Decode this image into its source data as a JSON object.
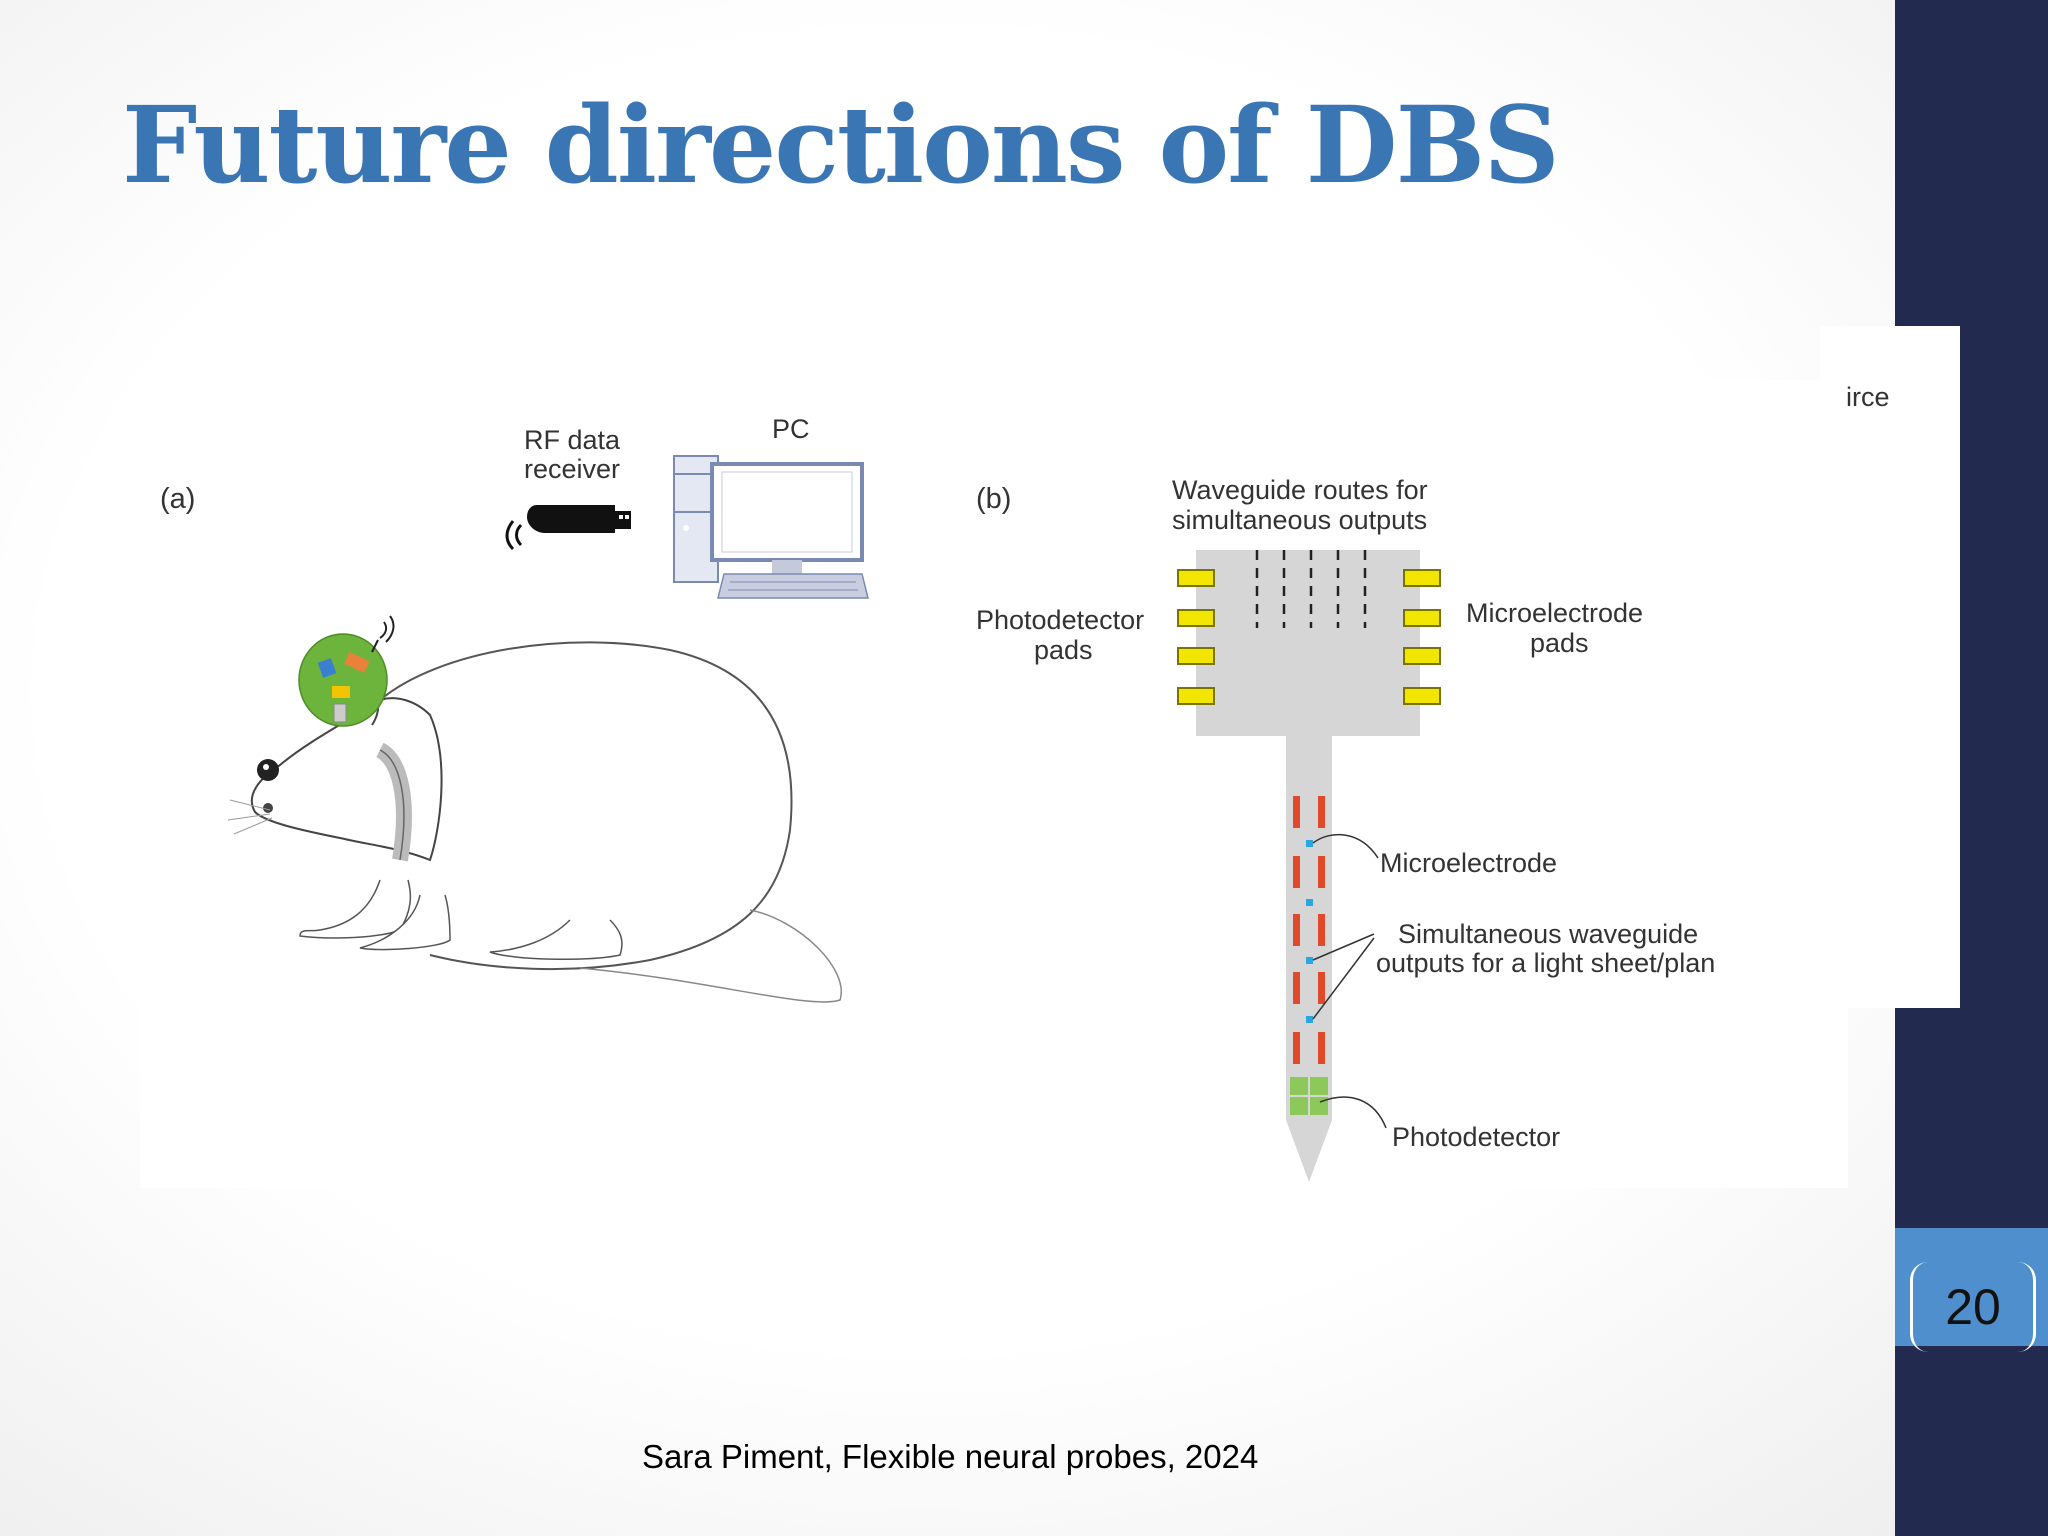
{
  "slide": {
    "title": "Future directions of DBS",
    "page_number": "20",
    "credit": "Sara Piment, Flexible neural probes, 2024"
  },
  "figure_a": {
    "panel_label": "(a)",
    "rf_receiver_label_line1": "RF data",
    "rf_receiver_label_line2": "receiver",
    "pc_label": "PC"
  },
  "figure_b": {
    "panel_label": "(b)",
    "waveguide_routes_line1": "Waveguide routes for",
    "waveguide_routes_line2": "simultaneous outputs",
    "photodetector_pads_line1": "Photodetector",
    "photodetector_pads_line2": "pads",
    "microelectrode_pads_line1": "Microelectrode",
    "microelectrode_pads_line2": "pads",
    "microelectrode_label": "Microelectrode",
    "waveguide_outputs_line1": "Simultaneous waveguide",
    "waveguide_outputs_line2": "outputs for a light sheet/plan",
    "photodetector_label": "Photodetector",
    "cropped_label": "irce"
  },
  "colors": {
    "title": "#3a76b4",
    "sidebar": "#232a50",
    "page_box": "#4f8fcd",
    "pad_yellow": "#f2e600",
    "electrode_red": "#e04a2a",
    "waveguide_blue": "#2aa6e0",
    "photodetector_green": "#8cc85a",
    "implant_green": "#6cb43c"
  }
}
